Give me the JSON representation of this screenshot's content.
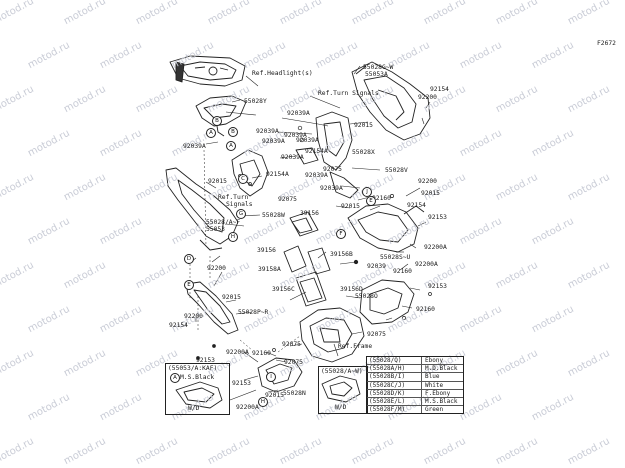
{
  "figure_code": "F2672",
  "watermark": "motod.ru",
  "labels": {
    "headlight": "Ref.Headlight(s)",
    "turn_signals_top": "Ref.Turn Signals",
    "turn_signals_left_1": "Ref.Turn",
    "turn_signals_left_2": "Signals",
    "frame": "Ref.Frame",
    "p55028G_W": "55028G~W",
    "p55053A": "55053A",
    "p55028Y": "55028Y",
    "p55028X": "55028X",
    "p55028V": "55028V",
    "p55028W": "55028W",
    "p55028_A_F": "55028/A~F",
    "p55053": "55053",
    "p55028S_U": "55028S~U",
    "p55028O": "55028O",
    "p55028P_R": "55028P~R",
    "p55028N": "55028N",
    "p39156_a": "39156",
    "p39156_b": "39156",
    "p39156B": "39156B",
    "p39158A": "39158A",
    "p39156C": "39156C",
    "p39156D": "39156D",
    "p92039A_1": "92039A",
    "p92039A_2": "92039A",
    "p92039A_3": "92039A",
    "p92039A_4": "92039A",
    "p92039A_5": "92039A",
    "p92039A_6": "92039A",
    "p92039A_7": "92039A",
    "p92039A_8": "92039A",
    "p92039A_9": "92039A",
    "p92039": "92039",
    "p92015_1": "92015",
    "p92015_2": "92015",
    "p92015_3": "92015",
    "p92015_4": "92015",
    "p92015_5": "92015",
    "p92015_6": "92015",
    "p92154_1": "92154",
    "p92154_2": "92154",
    "p92154_3": "92154",
    "p92154A_1": "92154A",
    "p92154A_2": "92154A",
    "p92200_1": "92200",
    "p92200_2": "92200",
    "p92200_3": "92200",
    "p92200_4": "92200",
    "p92200A_1": "92200A",
    "p92200A_2": "92200A",
    "p92200A_3": "92200A",
    "p92200A_4": "92200A",
    "p92153_1": "92153",
    "p92153_2": "92153",
    "p92153_3": "92153",
    "p92153_4": "92153",
    "p92160_1": "92160",
    "p92160_2": "92160",
    "p92160_3": "92160",
    "p92160_4": "92160",
    "p92075_1": "92075",
    "p92075_2": "92075",
    "p92075_3": "92075",
    "p92075_4": "92075",
    "p92075_5": "92075"
  },
  "callouts": [
    "A",
    "B",
    "C",
    "D",
    "E",
    "F",
    "G",
    "H",
    "I",
    "J"
  ],
  "legend_left": {
    "code": "(55053/A:KAF)",
    "letter": "A",
    "color_name": "M.S.Black",
    "model_tag": "W/D"
  },
  "legend_right": {
    "code": "(55028/A~W)",
    "model_tag": "W/D"
  },
  "color_table": [
    {
      "code": "(55028/Q)",
      "color": "Ebony"
    },
    {
      "code": "(55028A/H)",
      "color": "M.D.Black"
    },
    {
      "code": "(55028B/I)",
      "color": "Blue"
    },
    {
      "code": "(55028C/J)",
      "color": "White"
    },
    {
      "code": "(55028D/K)",
      "color": "F.Ebony"
    },
    {
      "code": "(55028E/L)",
      "color": "M.S.Black"
    },
    {
      "code": "(55028F/M)",
      "color": "Green"
    }
  ]
}
